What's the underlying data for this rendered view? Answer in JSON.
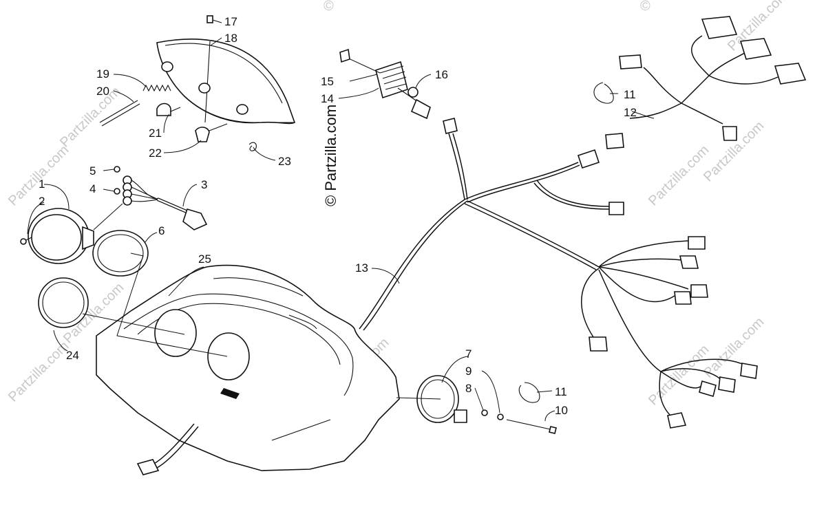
{
  "watermark": {
    "center_text": "© Partzilla.com",
    "faint_text": "Partzilla.com",
    "copyright_symbol": "©"
  },
  "callouts": {
    "c1": "1",
    "c2": "2",
    "c3": "3",
    "c4": "4",
    "c5": "5",
    "c6": "6",
    "c7": "7",
    "c8": "8",
    "c9": "9",
    "c10": "10",
    "c11a": "11",
    "c11b": "11",
    "c12": "12",
    "c13": "13",
    "c14": "14",
    "c15": "15",
    "c16": "16",
    "c17": "17",
    "c18": "18",
    "c19": "19",
    "c20": "20",
    "c21": "21",
    "c22": "22",
    "c23": "23",
    "c24": "24",
    "c25": "25"
  },
  "colors": {
    "ink": "#111111",
    "background": "#ffffff",
    "watermark": "#c8c8c8"
  }
}
